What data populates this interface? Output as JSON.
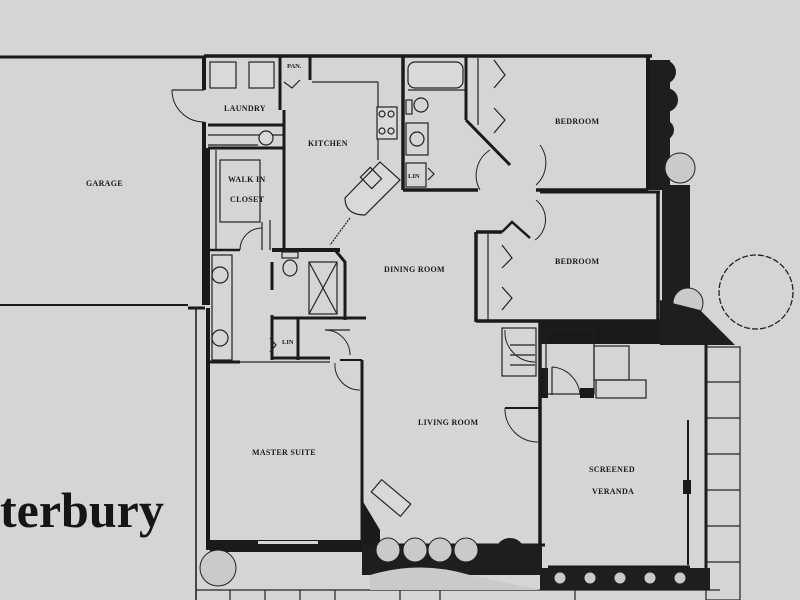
{
  "plan": {
    "title_partial": "terbury",
    "colors": {
      "paper": "#d4d6d5",
      "ink": "#1a1a1a"
    },
    "rooms": {
      "garage": "GARAGE",
      "laundry": "LAUNDRY",
      "pantry": "PAN.",
      "kitchen": "KITCHEN",
      "walk_in_closet_line1": "WALK IN",
      "walk_in_closet_line2": "CLOSET",
      "bedroom_1": "BEDROOM",
      "bedroom_2": "BEDROOM",
      "dining_room": "DINING ROOM",
      "linen_1": "LIN",
      "linen_2": "LIN",
      "living_room": "LIVING ROOM",
      "master_suite": "MASTER SUITE",
      "veranda_line1": "SCREENED",
      "veranda_line2": "VERANDA"
    }
  }
}
